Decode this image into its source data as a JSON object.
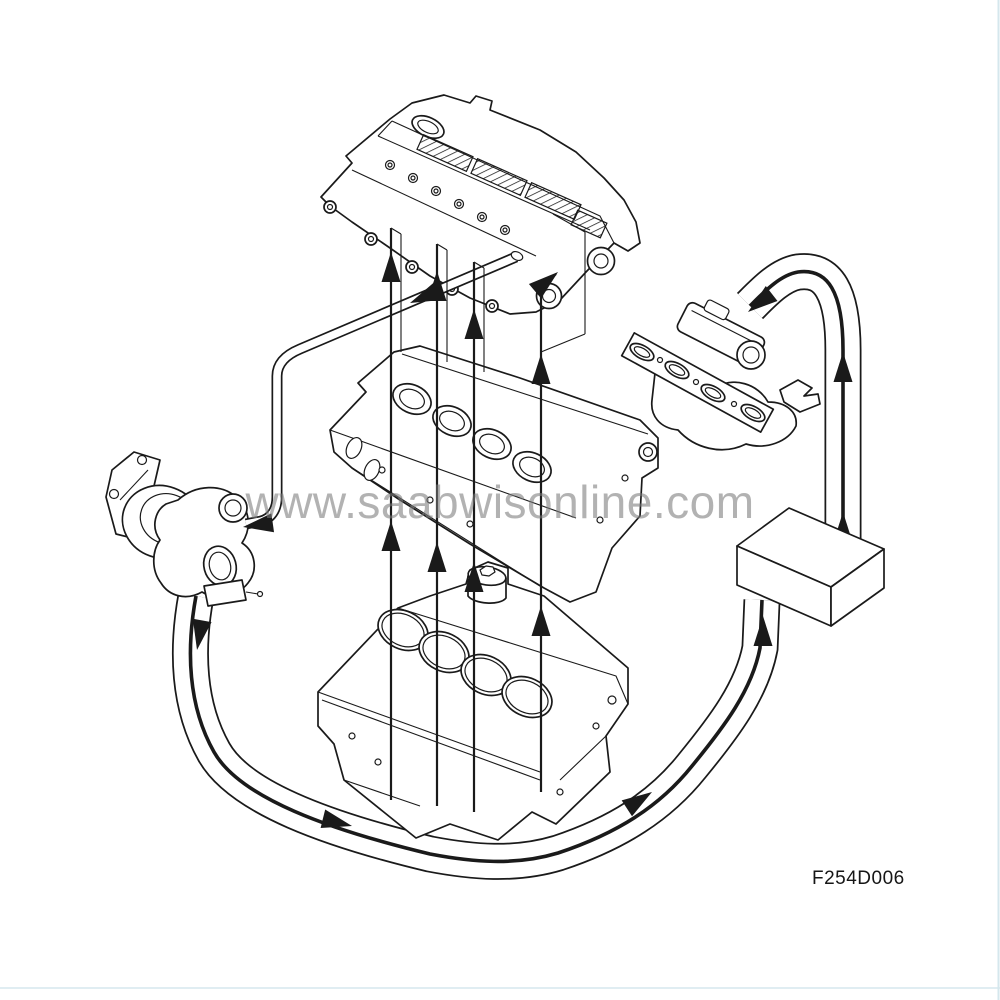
{
  "canvas": {
    "background": "#ffffff",
    "edge_border_color": "#d5e7ed"
  },
  "diagram": {
    "type": "technical-line-illustration",
    "line_color": "#1a1a1a",
    "components": [
      {
        "id": "valve-cover",
        "features": [
          "oil-filler-cap",
          "ignition-coil-slots-hatched",
          "bolt-bosses",
          "cam-end-bosses"
        ]
      },
      {
        "id": "cylinder-head",
        "features": [
          "four-intake-ports"
        ]
      },
      {
        "id": "engine-block",
        "features": [
          "four-cylinder-bores",
          "oil-filter-housing"
        ]
      },
      {
        "id": "turbocharger",
        "features": [
          "exhaust-flange",
          "turbine-housing",
          "compressor-inlet",
          "compressor-outlet",
          "wastegate-actuator"
        ]
      },
      {
        "id": "intake-manifold",
        "features": [
          "four-port-flange",
          "throttle-body"
        ]
      },
      {
        "id": "intercooler-box",
        "features": [
          "inlet-stub",
          "outlet-pipe"
        ]
      }
    ],
    "flows": {
      "vertical_lines": {
        "count": 4,
        "direction": "up",
        "x_positions": [
          391,
          437,
          474,
          541
        ]
      },
      "crankcase_vent_pipe": {
        "from": "valve-cover",
        "to": "turbocharger-inlet",
        "arrow_count": 2
      },
      "lower_charge_hose": {
        "from": "turbocharger",
        "to": "intercooler-box",
        "arrow_count": 4
      },
      "loop_charge_hose": {
        "from": "intercooler-box",
        "to": "throttle-body",
        "arrow_count": 3
      }
    }
  },
  "watermark": {
    "text": "www.saabwisonline.com",
    "color": "#7c7c7c",
    "opacity": 0.58
  },
  "figure": {
    "code": "F254D006",
    "color": "#161616"
  }
}
